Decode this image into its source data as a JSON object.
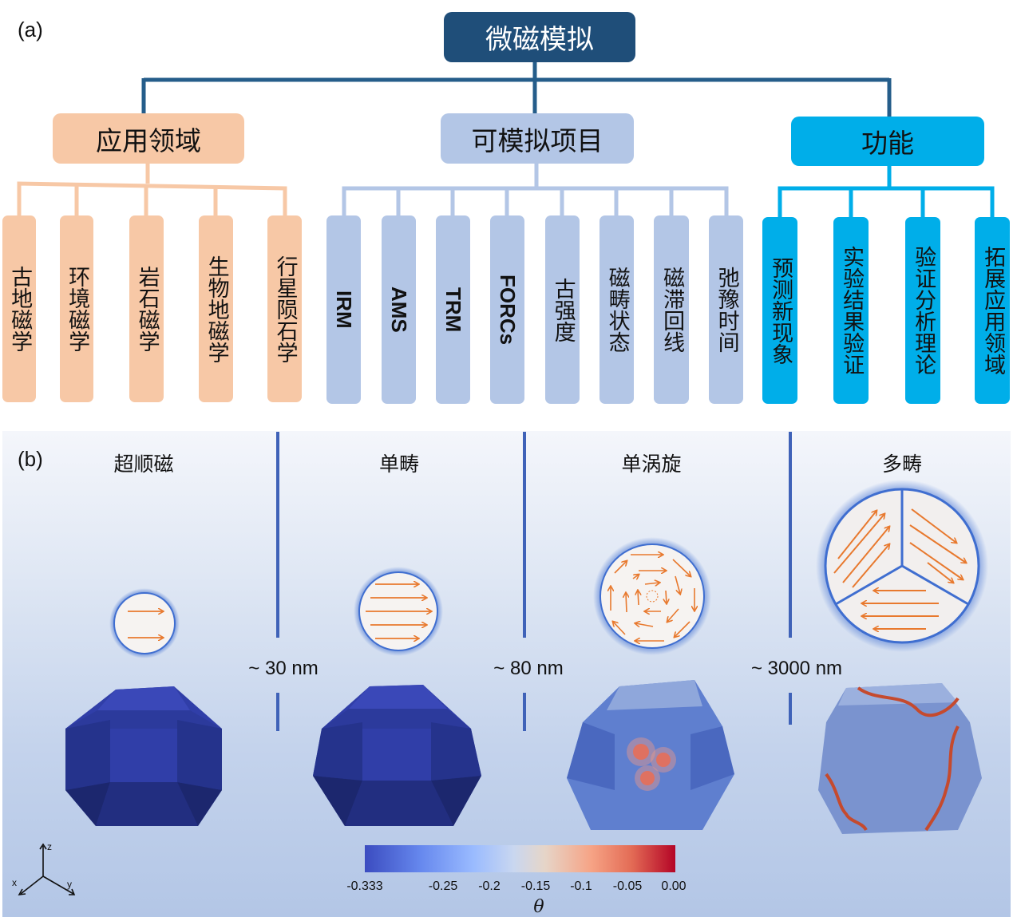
{
  "part_a": {
    "label": "(a)",
    "root": "微磁模拟",
    "categories": [
      {
        "title": "应用领域",
        "color": "#f7c8a6",
        "items": [
          "古地磁学",
          "环境磁学",
          "岩石磁学",
          "生物地磁学",
          "行星陨石学"
        ]
      },
      {
        "title": "可模拟项目",
        "color": "#b3c6e6",
        "items": [
          "IRM",
          "AMS",
          "TRM",
          "FORCs",
          "古强度",
          "磁畴状态",
          "磁滞回线",
          "弛豫时间"
        ]
      },
      {
        "title": "功能",
        "color": "#00aee9",
        "items": [
          "预测新现象",
          "实验结果验证",
          "验证分析理论",
          "拓展应用领域"
        ]
      }
    ],
    "root_color": "#1f4e79",
    "line_color": "#255d8a"
  },
  "part_b": {
    "label": "(b)",
    "states": [
      "超顺磁",
      "单畴",
      "单涡旋",
      "多畴"
    ],
    "thresholds": [
      "~ 30 nm",
      "~ 80 nm",
      "~ 3000 nm"
    ],
    "colorbar": {
      "ticks": [
        "-0.333",
        "-0.25",
        "-0.2",
        "-0.15",
        "-0.1",
        "-0.05",
        "0.00"
      ],
      "symbol": "θ"
    },
    "axes": {
      "z": "z",
      "x": "x",
      "y": "y"
    },
    "arrow_color": "#e8792e"
  }
}
